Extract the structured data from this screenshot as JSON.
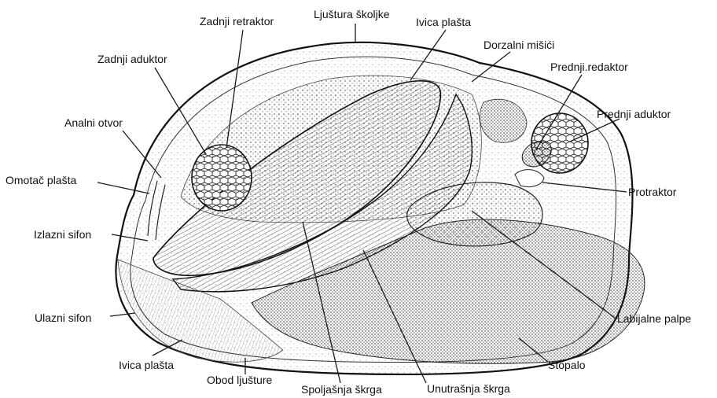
{
  "colors": {
    "ink": "#111111",
    "background": "#ffffff",
    "stipple": "#3a3a3a",
    "leader": "#1a1a1a"
  },
  "labels": {
    "ljustura_skoljke": "Ljuštura školjke",
    "zadnji_retraktor": "Zadnji retraktor",
    "ivica_plasta_top": "Ivica plašta",
    "dorzalni_misici": "Dorzalni mišići",
    "zadnji_aduktor": "Zadnji aduktor",
    "prednji_redaktor": "Prednji.redaktor",
    "prednji_aduktor": "Prednji aduktor",
    "analni_otvor": "Analni otvor",
    "omotac_plasta": "Omotač plašta",
    "protraktor": "Protraktor",
    "izlazni_sifon": "Izlazni sifon",
    "ulazni_sifon": "Ulazni sifon",
    "labijalne_palpe": "Labijalne palpe",
    "ivica_plasta_bottom": "Ivica plašta",
    "stopalo": "Stopalo",
    "obod_ljusture": "Obod ljušture",
    "spoljasnja_skrga": "Spoljašnja škrga",
    "unutrasnja_skrga": "Unutrašnja škrga"
  }
}
